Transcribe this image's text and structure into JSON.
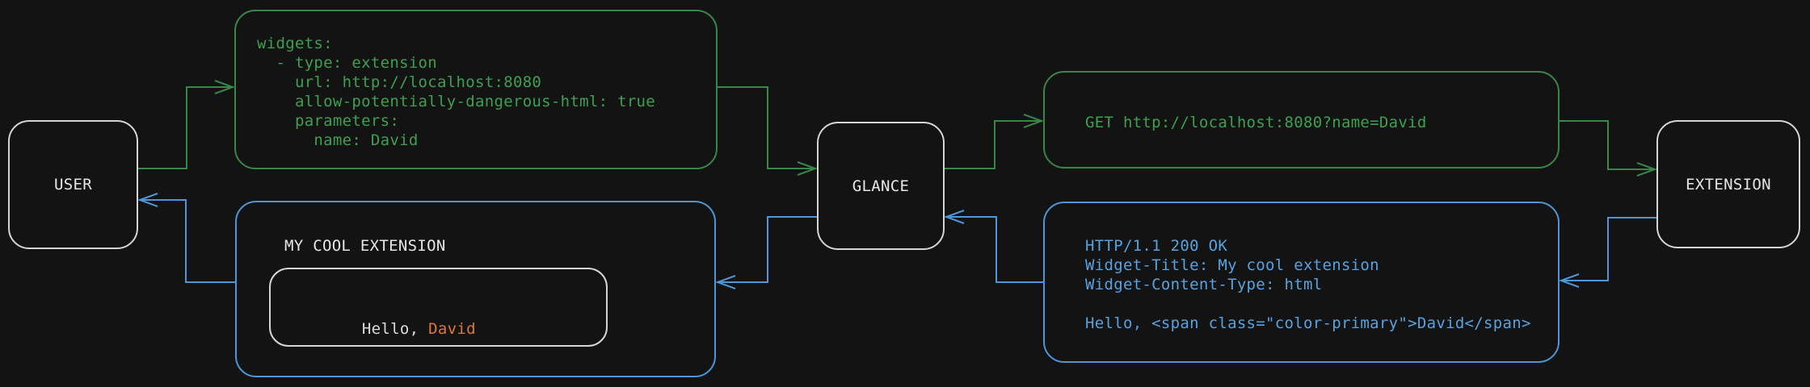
{
  "diagram": {
    "nodes": {
      "user": "USER",
      "glance": "GLANCE",
      "extension": "EXTENSION"
    },
    "config_box": {
      "code": [
        "widgets:",
        "  - type: extension",
        "    url: http://localhost:8080",
        "    allow-potentially-dangerous-html: true",
        "    parameters:",
        "      name: David"
      ]
    },
    "request_box": {
      "code": "GET http://localhost:8080?name=David"
    },
    "response_box": {
      "code": [
        "HTTP/1.1 200 OK",
        "Widget-Title: My cool extension",
        "Widget-Content-Type: html",
        "",
        "Hello, <span class=\"color-primary\">David</span>"
      ]
    },
    "widget_box": {
      "title": "MY COOL EXTENSION",
      "greeting_prefix": "Hello, ",
      "greeting_name": "David"
    }
  },
  "colors": {
    "background": "#131313",
    "node_border": "#D5D5D5",
    "node_text": "#E6E6E6",
    "green_line": "#388648",
    "green_text": "#3EA04E",
    "blue_line": "#4E96D6",
    "blue_text": "#58A2E0",
    "inner_border": "#D5D5D5",
    "text_light": "#DCDCDC",
    "accent_orange": "#E0763B"
  }
}
